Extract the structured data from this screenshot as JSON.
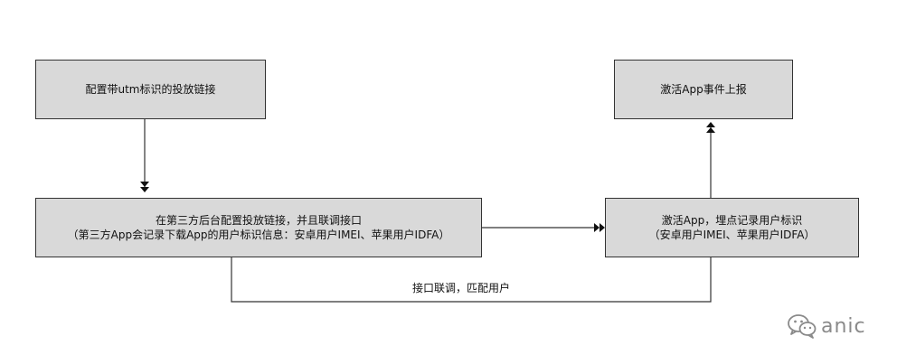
{
  "nodes": {
    "utm_link": "配置带utm标识的投放链接",
    "activate_report": "激活App事件上报",
    "third_party_line1": "在第三方后台配置投放链接，并且联调接口",
    "third_party_line2": "（第三方App会记录下载App的用户标识信息：安卓用户IMEI、苹果用户IDFA）",
    "app_activate_line1": "激活App，埋点记录用户标识",
    "app_activate_line2": "（安卓用户IMEI、苹果用户IDFA）"
  },
  "edges": {
    "interface_match": "接口联调，匹配用户"
  },
  "watermark": {
    "icon": "wechat-icon",
    "text": "anic"
  },
  "colors": {
    "box_fill": "#d9d9d9",
    "box_border": "#333333",
    "line": "#333333",
    "watermark": "#8a8a8a"
  }
}
